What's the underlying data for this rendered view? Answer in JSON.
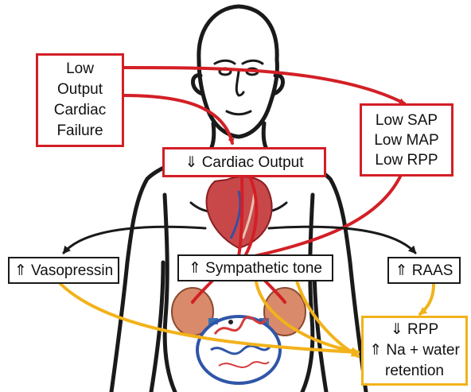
{
  "colors": {
    "red_arrow": "#d31f26",
    "black_arrow": "#1a1a1a",
    "yellow_arrow": "#f2b21a",
    "outline": "#1a1a1a"
  },
  "boxes": {
    "low_output": {
      "lines": [
        "Low",
        "Output",
        "Cardiac",
        "Failure"
      ]
    },
    "low_pressures": {
      "lines": [
        "Low SAP",
        "Low MAP",
        "Low RPP"
      ]
    },
    "cardiac_output": {
      "text": "⇓ Cardiac Output"
    },
    "vasopressin": {
      "text": "⇑ Vasopressin"
    },
    "sympathetic": {
      "text": "⇑ Sympathetic tone"
    },
    "raas": {
      "text": "⇑ RAAS"
    },
    "outcome": {
      "lines": [
        "⇓ RPP",
        "⇑ Na + water",
        "retention"
      ]
    }
  }
}
